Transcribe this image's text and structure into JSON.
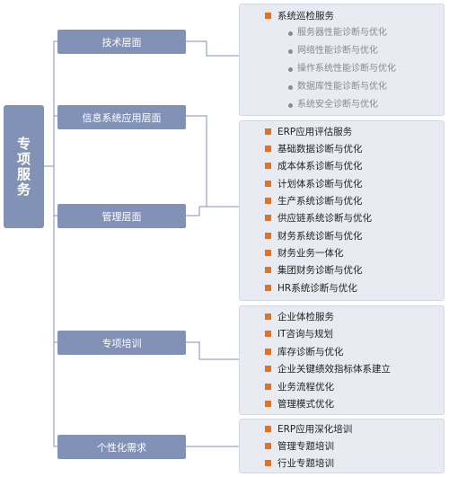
{
  "root": {
    "label": "专项服务"
  },
  "categories": [
    {
      "id": "tech",
      "label": "技术层面"
    },
    {
      "id": "info",
      "label": "信息系统应用层面"
    },
    {
      "id": "mgmt",
      "label": "管理层面"
    },
    {
      "id": "training",
      "label": "专项培训"
    },
    {
      "id": "custom",
      "label": "个性化需求"
    }
  ],
  "panels": {
    "tech": {
      "main": "系统巡检服务",
      "subs": [
        "服务器性能诊断与优化",
        "网络性能诊断与优化",
        "操作系统性能诊断与优化",
        "数据库性能诊断与优化",
        "系统安全诊断与优化"
      ]
    },
    "business": {
      "items": [
        "ERP应用评估服务",
        "基础数据诊断与优化",
        "成本体系诊断与优化",
        "计划体系诊断与优化",
        "生产系统诊断与优化",
        "供应链系统诊断与优化",
        "财务系统诊断与优化",
        "财务业务一体化",
        "集团财务诊断与优化",
        "HR系统诊断与优化"
      ]
    },
    "training": {
      "items": [
        "企业体检服务",
        "IT咨询与规划",
        "库存诊断与优化",
        "企业关键绩效指标体系建立",
        "业务流程优化",
        "管理模式优化"
      ]
    },
    "custom": {
      "items": [
        "ERP应用深化培训",
        "管理专题培训",
        "行业专题培训"
      ]
    }
  },
  "colors": {
    "box": "#8292b6",
    "panel": "#e8ebf2",
    "bullet": "#e8711d",
    "line": "#8292b6"
  }
}
